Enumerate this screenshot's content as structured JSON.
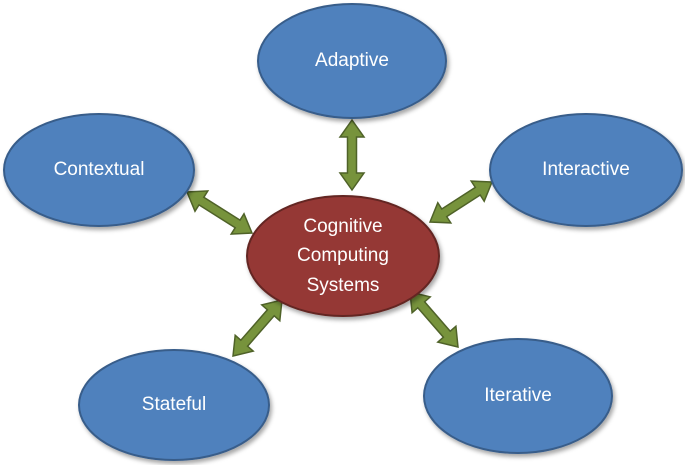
{
  "center": {
    "lines": [
      "Cognitive",
      "Computing",
      "Systems"
    ]
  },
  "nodes": {
    "adaptive": "Adaptive",
    "interactive": "Interactive",
    "iterative": "Iterative",
    "stateful": "Stateful",
    "contextual": "Contextual"
  },
  "colors": {
    "node_fill": "#4f81bd",
    "node_stroke": "#385d8a",
    "center_fill": "#953735",
    "center_stroke": "#632523",
    "arrow_fill": "#77933c",
    "arrow_stroke": "#4f6228"
  }
}
